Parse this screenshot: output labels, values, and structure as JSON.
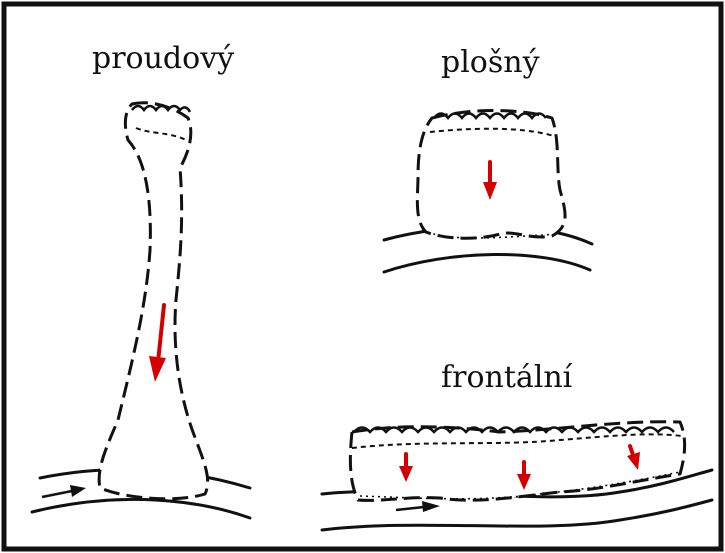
{
  "labels": {
    "stream": "proudový",
    "sheet": "plošný",
    "frontal": "frontální"
  },
  "colors": {
    "frame": "#111111",
    "arrow": "#d40000",
    "background": "#ffffff"
  }
}
